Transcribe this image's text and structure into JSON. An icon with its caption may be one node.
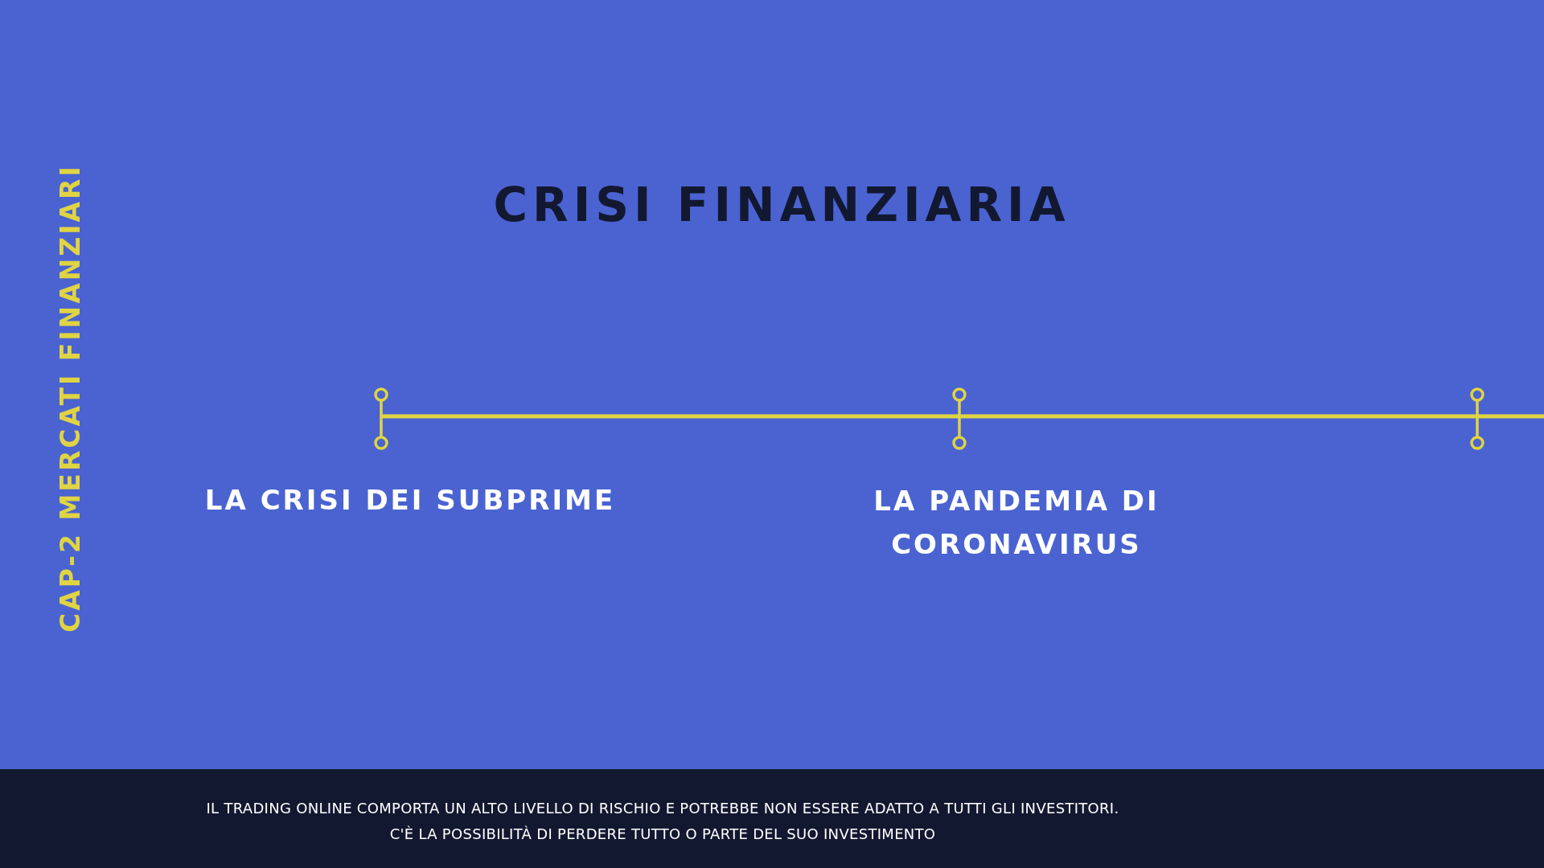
{
  "diagram": {
    "title": "CRISI FINANZIARIA",
    "labels": [
      "CAP-2 MERCATI FINANZIARI",
      "LA CRISI DEI SUBPRIME",
      "LA PANDEMIA DI CORONAVIRUS",
      "IL TRADING ONLINE COMPORTA UN ALTO LIVELLO DI RISCHIO E POTREBBE NON ESSERE ADATTO A TUTTI GLI INVESTITORI.",
      "C'È LA POSSIBILITÀ DI PERDERE TUTTO O PARTE DEL SUO INVESTIMENTO"
    ]
  }
}
